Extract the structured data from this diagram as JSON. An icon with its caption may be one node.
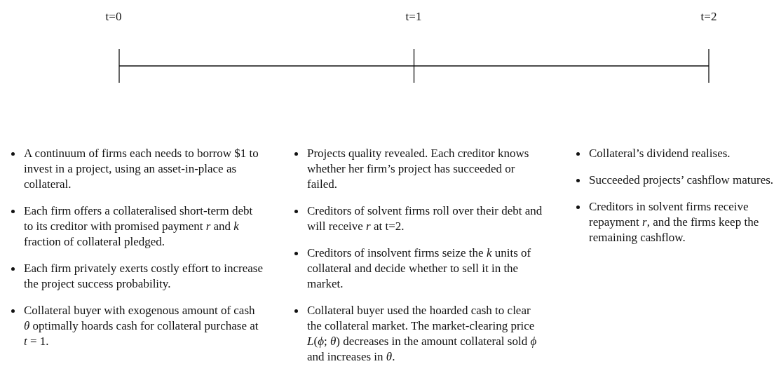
{
  "diagram": {
    "labels": [
      "t=0",
      "t=1",
      "t=2",
      "A continuum of firms each needs to borrow $1 to invest in a project, using an asset-in-place as collateral.",
      "Each firm offers a collateralised short-term debt to its creditor with promised payment *r* and *k* fraction of collateral pledged.",
      "Each firm privately exerts costly effort to increase the project success probability.",
      "Collateral buyer with exogenous amount of cash *θ* optimally hoards cash for collateral purchase at *t* = 1.",
      "Projects quality revealed. Each creditor knows whether her firm’s project has succeeded or failed.",
      "Creditors of solvent firms roll over their debt and will receive *r* at t=2.",
      "Creditors of insolvent firms seize the *k* units of collateral and decide whether to sell it in the market.",
      "Collateral buyer used the hoarded cash to clear the collateral market. The market-clearing price *L*(*ϕ*; *θ*) decreases in the amount collateral sold *ϕ* and increases in *θ*.",
      "Collateral’s dividend realises.",
      "Succeeded projects’ cashflow matures.",
      "Creditors in solvent firms receive repayment *r*, and the firms keep the remaining cashflow."
    ]
  }
}
